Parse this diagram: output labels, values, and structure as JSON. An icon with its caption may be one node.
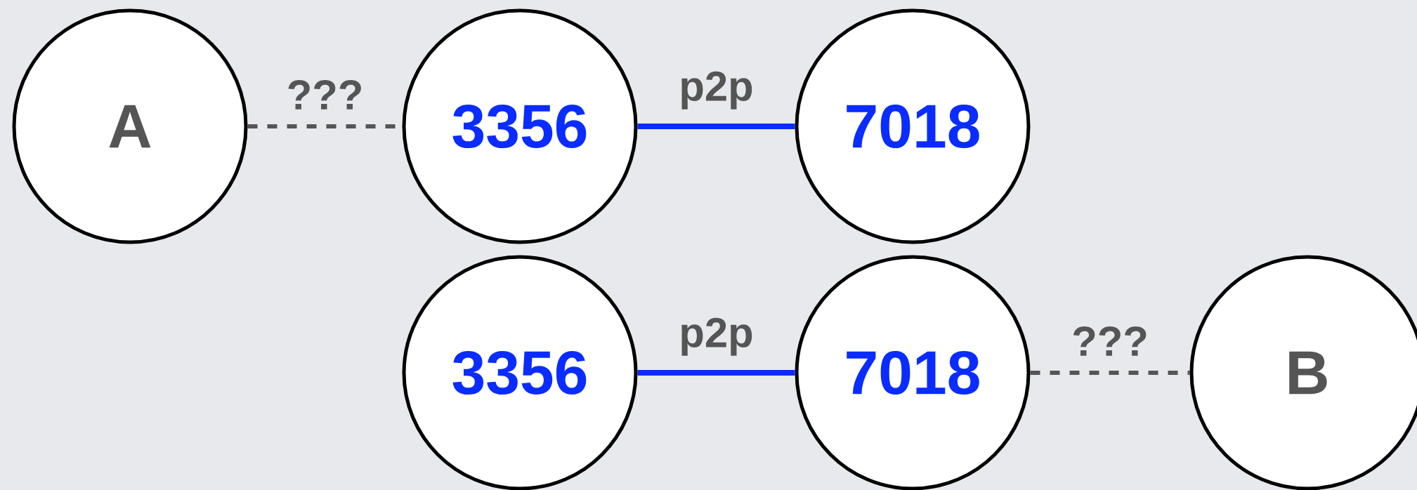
{
  "diagram": {
    "nodes": [
      {
        "text": [
          "A"
        ]
      },
      {
        "text": [
          "3356"
        ]
      },
      {
        "text": [
          "7018"
        ]
      },
      {
        "text": [
          "3356"
        ]
      },
      {
        "text": [
          "7018"
        ]
      },
      {
        "text": [
          "B"
        ]
      }
    ],
    "edges": [
      {
        "from": 0,
        "to": 1,
        "arrow": "none",
        "label": "???",
        "style": "dashed",
        "color": "#555555"
      },
      {
        "from": 1,
        "to": 2,
        "arrow": "none",
        "label": "p2p",
        "color": "#0a2cff"
      },
      {
        "from": 3,
        "to": 4,
        "arrow": "none",
        "label": "p2p",
        "color": "#0a2cff"
      },
      {
        "from": 4,
        "to": 5,
        "arrow": "none",
        "label": "???",
        "style": "dashed",
        "color": "#555555"
      }
    ]
  }
}
